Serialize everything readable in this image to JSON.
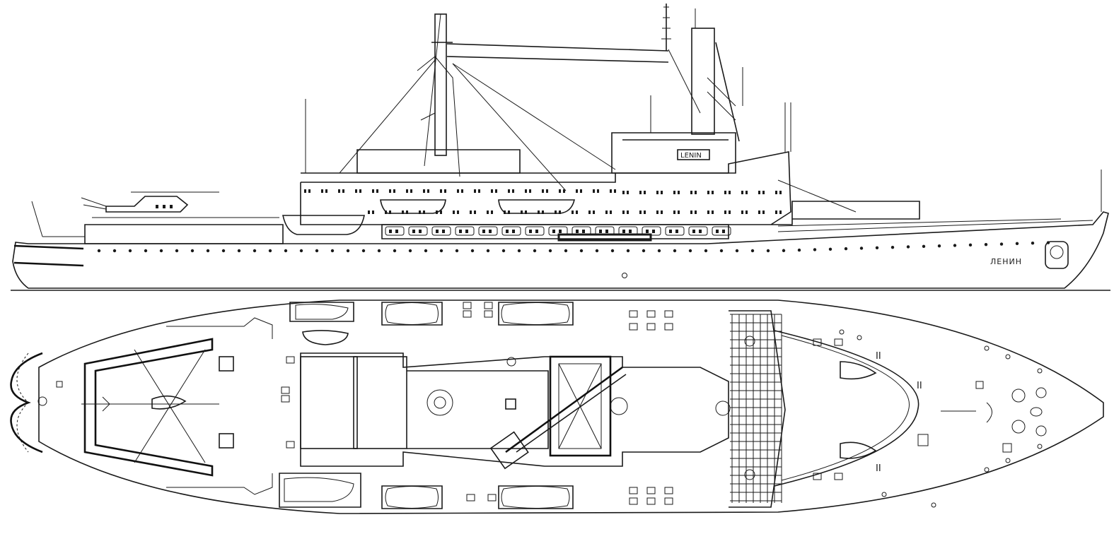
{
  "labels": {
    "hull_name_cyrillic": "ЛЕНИН",
    "bridge_name_latin": "LENIN",
    "deck_marking": "II"
  },
  "colors": {
    "ink": "#1a1a1a",
    "paper": "#ffffff"
  }
}
